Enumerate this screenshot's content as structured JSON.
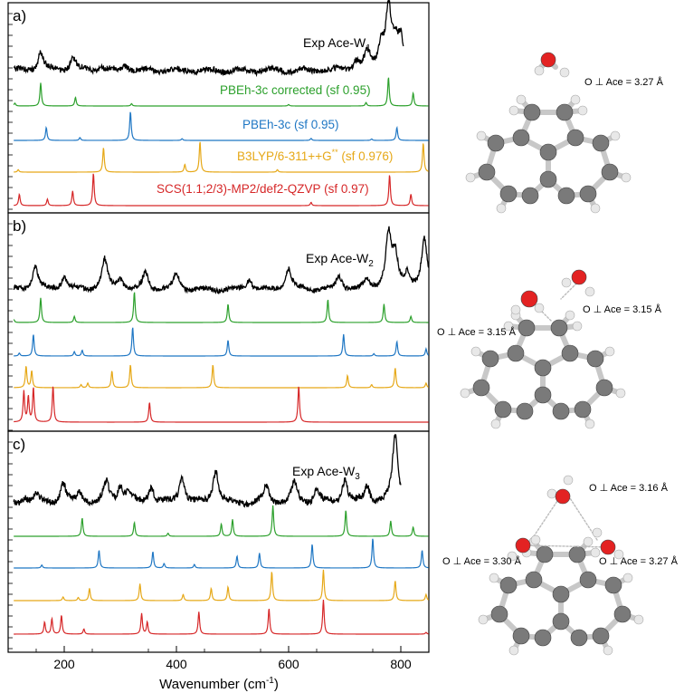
{
  "chart_data": {
    "type": "line",
    "x_axis": {
      "label": "Wavenumber (cm",
      "label_sup": "-1",
      "label_end": ")",
      "range": [
        100,
        850
      ],
      "ticks": [
        "200",
        "400",
        "600",
        "800"
      ]
    },
    "colors": {
      "exp": "#000000",
      "pbeh3c_corrected": "#2ca02c",
      "pbeh3c": "#1f77c4",
      "b3lyp": "#e6a817",
      "scs_mp2": "#d62728",
      "oxygen": "#e32222",
      "carbon": "#7a7a7a",
      "hydrogen": "#e8e8e8"
    },
    "panels": [
      {
        "id": "a",
        "panel_label": "a)",
        "exp_label": "Exp Ace-W",
        "exp_sub": "1",
        "method_labels": [
          {
            "text": "PBEh-3c corrected (sf 0.95)",
            "color": "#2ca02c"
          },
          {
            "text": "PBEh-3c (sf 0.95)",
            "color": "#1f77c4"
          },
          {
            "text": "B3LYP/6-311++G",
            "sup": "**",
            "rest": " (sf 0.976)",
            "color": "#e6a817"
          },
          {
            "text": "SCS(1.1;2/3)-MP2/def2-QZVP (sf 0.97)",
            "color": "#d62728"
          }
        ],
        "exp_peaks": [
          [
            158,
            0.3
          ],
          [
            215,
            0.22
          ],
          [
            265,
            0.08
          ],
          [
            310,
            0.1
          ],
          [
            720,
            0.15
          ],
          [
            740,
            0.28
          ],
          [
            765,
            0.38
          ],
          [
            778,
            1.0
          ],
          [
            790,
            0.35
          ],
          [
            800,
            0.45
          ]
        ],
        "series": [
          {
            "method": "pbeh3c_corrected",
            "peaks": [
              [
                112,
                0.1
              ],
              [
                158,
                0.8
              ],
              [
                220,
                0.3
              ],
              [
                320,
                0.08
              ],
              [
                600,
                0.05
              ],
              [
                738,
                0.12
              ],
              [
                778,
                1.0
              ],
              [
                822,
                0.45
              ]
            ]
          },
          {
            "method": "pbeh3c",
            "peaks": [
              [
                168,
                0.45
              ],
              [
                228,
                0.1
              ],
              [
                318,
                1.0
              ],
              [
                410,
                0.06
              ],
              [
                640,
                0.07
              ],
              [
                748,
                0.05
              ],
              [
                793,
                0.45
              ]
            ]
          },
          {
            "method": "b3lyp",
            "peaks": [
              [
                118,
                0.08
              ],
              [
                270,
                0.8
              ],
              [
                415,
                0.25
              ],
              [
                442,
                1.0
              ],
              [
                580,
                0.08
              ],
              [
                840,
                0.95
              ]
            ]
          },
          {
            "method": "scs_mp2",
            "peaks": [
              [
                120,
                0.35
              ],
              [
                170,
                0.2
              ],
              [
                215,
                0.45
              ],
              [
                252,
                1.0
              ],
              [
                640,
                0.1
              ],
              [
                780,
                0.95
              ],
              [
                818,
                0.35
              ]
            ]
          }
        ]
      },
      {
        "id": "b",
        "panel_label": "b)",
        "exp_label": "Exp Ace-W",
        "exp_sub": "2",
        "method_labels": [],
        "exp_peaks": [
          [
            148,
            0.45
          ],
          [
            200,
            0.25
          ],
          [
            272,
            0.55
          ],
          [
            300,
            0.2
          ],
          [
            345,
            0.3
          ],
          [
            400,
            0.3
          ],
          [
            530,
            0.2
          ],
          [
            600,
            0.4
          ],
          [
            690,
            0.25
          ],
          [
            740,
            0.15
          ],
          [
            778,
            1.0
          ],
          [
            790,
            0.55
          ],
          [
            812,
            0.3
          ],
          [
            842,
            0.9
          ]
        ],
        "series": [
          {
            "method": "pbeh3c_corrected",
            "peaks": [
              [
                110,
                0.1
              ],
              [
                158,
                0.8
              ],
              [
                218,
                0.2
              ],
              [
                325,
                1.0
              ],
              [
                492,
                0.6
              ],
              [
                670,
                0.75
              ],
              [
                770,
                0.6
              ],
              [
                818,
                0.2
              ]
            ]
          },
          {
            "method": "pbeh3c",
            "peaks": [
              [
                120,
                0.1
              ],
              [
                145,
                0.75
              ],
              [
                218,
                0.15
              ],
              [
                232,
                0.2
              ],
              [
                322,
                1.0
              ],
              [
                492,
                0.55
              ],
              [
                698,
                0.75
              ],
              [
                752,
                0.08
              ],
              [
                793,
                0.5
              ],
              [
                845,
                0.25
              ]
            ]
          },
          {
            "method": "b3lyp",
            "peaks": [
              [
                132,
                0.7
              ],
              [
                142,
                0.55
              ],
              [
                230,
                0.1
              ],
              [
                242,
                0.15
              ],
              [
                285,
                0.55
              ],
              [
                318,
                0.75
              ],
              [
                465,
                0.75
              ],
              [
                705,
                0.4
              ],
              [
                748,
                0.1
              ],
              [
                790,
                0.65
              ],
              [
                845,
                0.15
              ]
            ]
          },
          {
            "method": "scs_mp2",
            "peaks": [
              [
                128,
                0.85
              ],
              [
                136,
                0.7
              ],
              [
                145,
                0.95
              ],
              [
                180,
                1.0
              ],
              [
                352,
                0.55
              ],
              [
                618,
                1.0
              ]
            ]
          }
        ]
      },
      {
        "id": "c",
        "panel_label": "c)",
        "exp_label": "Exp Ace-W",
        "exp_sub": "3",
        "method_labels": [],
        "exp_peaks": [
          [
            130,
            0.1
          ],
          [
            150,
            0.12
          ],
          [
            198,
            0.3
          ],
          [
            228,
            0.15
          ],
          [
            275,
            0.3
          ],
          [
            300,
            0.25
          ],
          [
            315,
            0.15
          ],
          [
            355,
            0.25
          ],
          [
            410,
            0.4
          ],
          [
            470,
            0.5
          ],
          [
            560,
            0.25
          ],
          [
            610,
            0.3
          ],
          [
            650,
            0.2
          ],
          [
            700,
            0.35
          ],
          [
            740,
            0.25
          ],
          [
            790,
            1.0
          ]
        ],
        "series": [
          {
            "method": "pbeh3c_corrected",
            "peaks": [
              [
                232,
                0.6
              ],
              [
                325,
                0.45
              ],
              [
                385,
                0.1
              ],
              [
                480,
                0.4
              ],
              [
                500,
                0.55
              ],
              [
                572,
                1.0
              ],
              [
                702,
                0.85
              ],
              [
                782,
                0.5
              ],
              [
                822,
                0.3
              ]
            ]
          },
          {
            "method": "pbeh3c",
            "peaks": [
              [
                160,
                0.1
              ],
              [
                262,
                0.6
              ],
              [
                358,
                0.55
              ],
              [
                378,
                0.15
              ],
              [
                432,
                0.12
              ],
              [
                508,
                0.4
              ],
              [
                548,
                0.5
              ],
              [
                642,
                0.8
              ],
              [
                750,
                1.0
              ],
              [
                838,
                0.6
              ]
            ]
          },
          {
            "method": "b3lyp",
            "peaks": [
              [
                198,
                0.12
              ],
              [
                225,
                0.1
              ],
              [
                245,
                0.4
              ],
              [
                335,
                0.55
              ],
              [
                412,
                0.2
              ],
              [
                462,
                0.4
              ],
              [
                492,
                0.45
              ],
              [
                570,
                0.95
              ],
              [
                662,
                1.0
              ],
              [
                790,
                0.65
              ],
              [
                845,
                0.2
              ]
            ]
          },
          {
            "method": "scs_mp2",
            "peaks": [
              [
                165,
                0.35
              ],
              [
                178,
                0.45
              ],
              [
                195,
                0.55
              ],
              [
                235,
                0.15
              ],
              [
                338,
                0.6
              ],
              [
                348,
                0.35
              ],
              [
                440,
                0.65
              ],
              [
                565,
                0.75
              ],
              [
                662,
                1.0
              ],
              [
                845,
                0.05
              ]
            ]
          }
        ]
      }
    ],
    "molecules": [
      {
        "id": "w1",
        "annotations": [
          "O ⊥ Ace = 3.27 Å"
        ]
      },
      {
        "id": "w2",
        "annotations": [
          "O ⊥ Ace = 3.15 Å",
          "O ⊥ Ace = 3.15 Å"
        ]
      },
      {
        "id": "w3",
        "annotations": [
          "O ⊥ Ace = 3.16 Å",
          "O ⊥ Ace = 3.30 Å",
          "O ⊥ Ace = 3.27 Å"
        ]
      }
    ]
  }
}
